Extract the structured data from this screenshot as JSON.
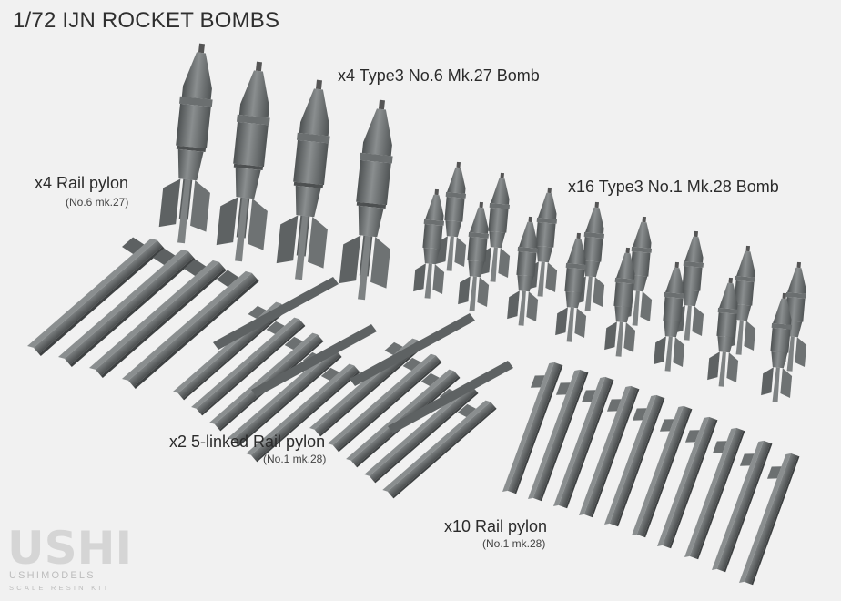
{
  "title": "1/72 IJN ROCKET BOMBS",
  "labels": {
    "mk27_bomb": "x4 Type3 No.6 Mk.27 Bomb",
    "mk28_bomb": "x16 Type3 No.1 Mk.28 Bomb",
    "rail_pylon_main": "x4 Rail pylon",
    "rail_pylon_sub": "(No.6 mk.27)",
    "linked_pylon_main": "x2 5-linked Rail pylon",
    "linked_pylon_sub": "(No.1 mk.28)",
    "x10_pylon_main": "x10 Rail pylon",
    "x10_pylon_sub": "(No.1 mk.28)"
  },
  "logo": {
    "mark": "USHI",
    "line1": "USHIMODELS",
    "line2": "SCALE RESIN KIT"
  },
  "colors": {
    "background": "#f1f1f1",
    "part_gray": "#6a6e6f",
    "part_dark": "#4b4e4f",
    "part_light": "#8a8e8f"
  },
  "icons": [
    "large-rocket-bomb-icon",
    "small-rocket-bomb-icon",
    "rail-pylon-icon",
    "linked-pylon-frame-icon"
  ]
}
